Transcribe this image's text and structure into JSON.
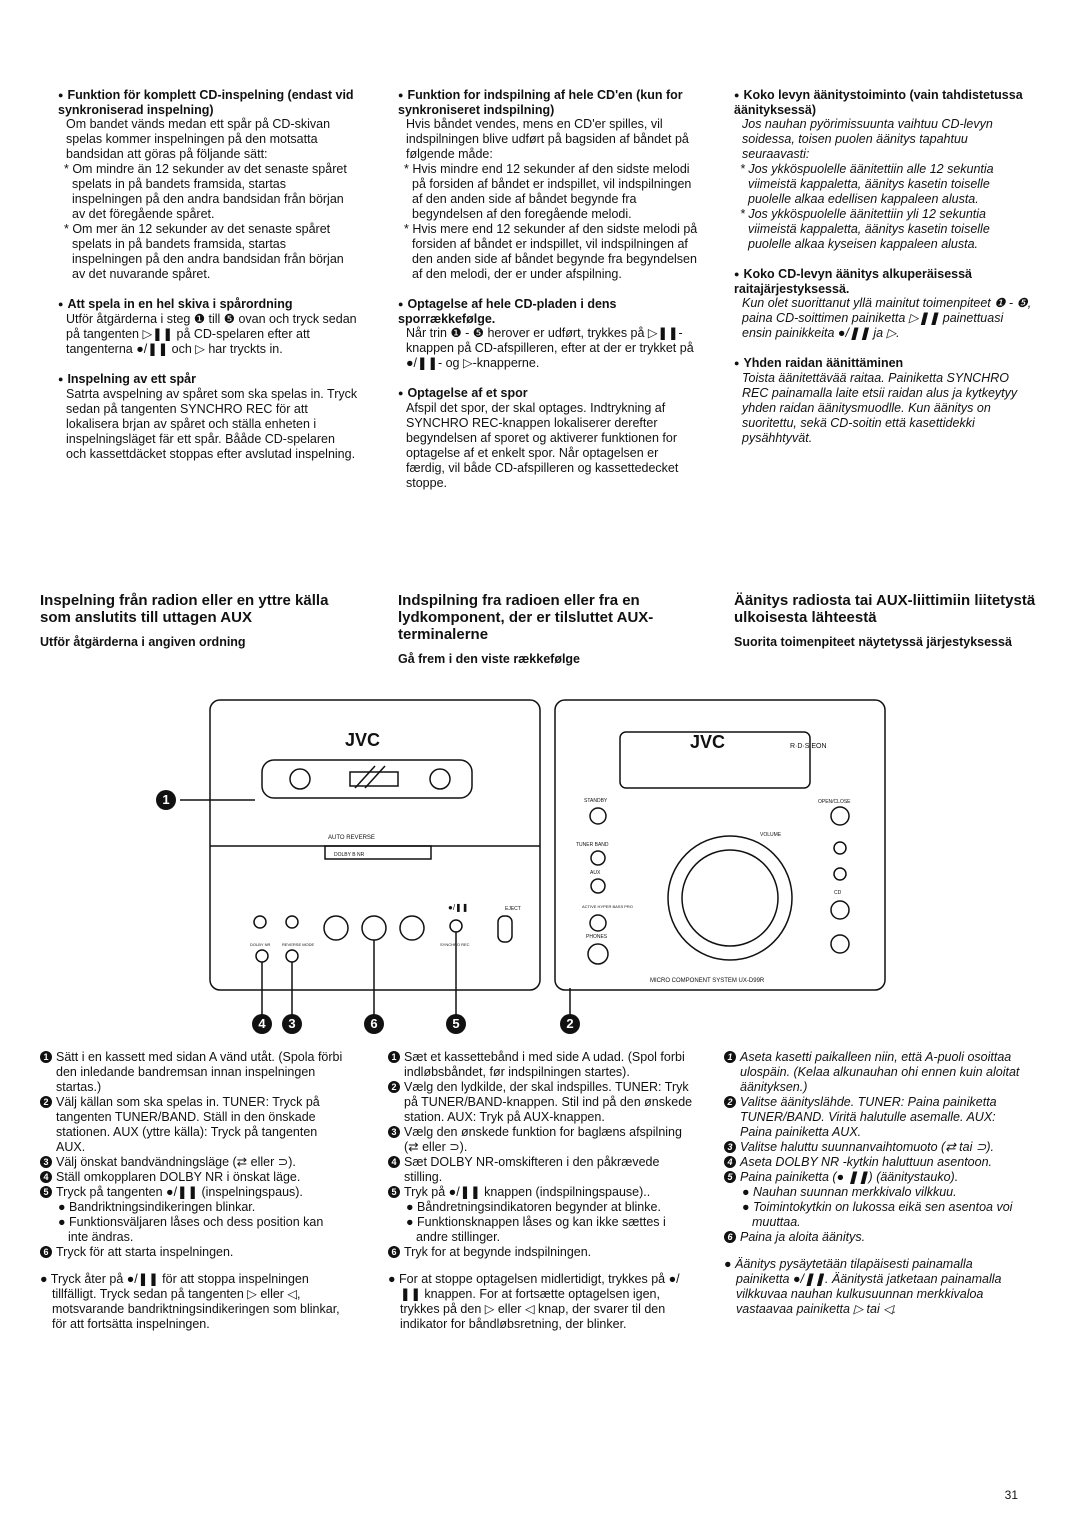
{
  "col1": {
    "s1_head": "Funktion för komplett CD-inspelning (endast vid synkroniserad inspelning)",
    "s1_body": "Om bandet vänds medan ett spår på CD-skivan spelas kommer inspelningen på den motsatta bandsidan att göras på följande sätt:",
    "s1_star1": "* Om mindre än 12 sekunder av det senaste spåret spelats in på bandets framsida, startas inspelningen på den andra bandsidan från början av det föregående spåret.",
    "s1_star2": "* Om mer än 12 sekunder av det senaste spåret spelats in på bandets framsida, startas inspelningen på den andra bandsidan från början av det nuvarande spåret.",
    "s2_head": "Att spela in en hel skiva i spårordning",
    "s2_body": "Utför åtgärderna i steg ❶ till ❺ ovan och tryck sedan på tangenten ▷❚❚ på CD-spelaren efter att tangenterna ●/❚❚ och ▷ har tryckts in.",
    "s3_head": "Inspelning av ett spår",
    "s3_body": "Satrta avspelning av spåret som ska spelas in. Tryck sedan på tangenten SYNCHRO REC för att lokalisera brjan av spåret och ställa enheten i inspelningsläget fär ett spår. Bååde CD-spelaren och kassettdäcket stoppas efter avslutad inspelning."
  },
  "col2": {
    "s1_head": "Funktion for indspilning af hele CD'en (kun for synkroniseret indspilning)",
    "s1_body": "Hvis båndet vendes, mens en CD'er spilles, vil indspilningen blive udført på bagsiden af båndet på følgende måde:",
    "s1_star1": "* Hvis mindre end 12 sekunder af den sidste melodi på forsiden af båndet er indspillet, vil indspilningen af den anden side af båndet begynde fra begyndelsen af den foregående melodi.",
    "s1_star2": "* Hvis mere end 12 sekunder af den sidste melodi på forsiden af båndet er indspillet, vil indspilningen af den anden side af båndet begynde fra begyndelsen af den melodi, der er under afspilning.",
    "s2_head": "Optagelse af hele CD-pladen i dens sporrækkefølge.",
    "s2_body": "Når trin ❶ - ❺ herover er udført, trykkes på ▷❚❚-knappen på CD-afspilleren, efter at der er trykket på ●/❚❚- og ▷-knapperne.",
    "s3_head": "Optagelse af et spor",
    "s3_body": "Afspil det spor, der skal optages. Indtrykning af SYNCHRO REC-knappen lokaliserer derefter begyndelsen af sporet og aktiverer funktionen for optagelse af et enkelt spor. Når optagelsen er færdig, vil både CD-afspilleren og kassettedecket stoppe."
  },
  "col3": {
    "s1_head": "Koko levyn äänitystoiminto (vain tahdistetussa äänityksessä)",
    "s1_body": "Jos nauhan pyörimissuunta vaihtuu CD-levyn soidessa, toisen puolen äänitys tapahtuu seuraavasti:",
    "s1_star1": "* Jos ykköspuolelle äänitettiin alle 12 sekuntia viimeistä kappaletta, äänitys kasetin toiselle puolelle alkaa edellisen kappaleen alusta.",
    "s1_star2": "* Jos ykköspuolelle äänitettiin yli 12 sekuntia viimeistä kappaletta, äänitys kasetin toiselle puolelle alkaa kyseisen kappaleen alusta.",
    "s2_head": "Koko CD-levyn äänitys alkuperäisessä raitajärjestyksessä.",
    "s2_body": "Kun olet suorittanut yllä mainitut toimenpiteet ❶ - ❺, paina CD-soittimen painiketta ▷❚❚ painettuasi ensin painikkeita ●/❚❚ ja ▷.",
    "s3_head": "Yhden raidan äänittäminen",
    "s3_body": "Toista äänitettävää raitaa. Painiketta SYNCHRO REC painamalla laite etsii raidan alus ja kytkeytyy yhden raidan äänitysmuodlle. Kun äänitys on suoritettu, sekä CD-soitin että kasettidekki pysähhtyvät."
  },
  "headings": {
    "h1": "Inspelning från radion eller en yttre källa som anslutits till uttagen AUX",
    "h1_sub": "Utför åtgärderna i angiven ordning",
    "h2": "Indspilning fra radioen eller fra en lydkomponent, der er tilsluttet AUX-terminalerne",
    "h2_sub": "Gå frem i den viste rækkefølge",
    "h3": "Äänitys radiosta tai AUX-liittimiin liitetystä ulkoisesta lähteestä",
    "h3_sub": "Suorita toimenpiteet näytetyssä järjestyksessä"
  },
  "device": {
    "brand_left": "JVC",
    "brand_right": "JVC",
    "rds": "R·D·S EON",
    "auto_reverse": "AUTO REVERSE",
    "dolby_label": "DOLBY B NR",
    "standby": "STANDBY",
    "tuner_band": "TUNER BAND",
    "aux": "AUX",
    "active_hyper": "ACTIVE HYPER BASS PRO",
    "phones": "PHONES",
    "volume": "VOLUME",
    "open_close": "OPEN/CLOSE",
    "cd": "CD",
    "eject": "EJECT",
    "dolby_nr": "DOLBY NR",
    "reverse_mode": "REVERSE MODE",
    "synchro_rec": "SYNCHRO REC",
    "rec_pause": "●/❚❚",
    "model": "MICRO COMPONENT SYSTEM UX-D99R",
    "c1": "1",
    "c2": "2",
    "c3": "3",
    "c4": "4",
    "c5": "5",
    "c6": "6"
  },
  "steps1": {
    "n1": "1",
    "n2": "2",
    "n3": "3",
    "n4": "4",
    "n5": "5",
    "n6": "6",
    "t1": "Sätt i en kassett med sidan A vänd utåt. (Spola förbi den inledande bandremsan innan inspelningen startas.)",
    "t2": "Välj källan som ska spelas in. TUNER: Tryck på tangenten TUNER/BAND. Ställ in den önskade stationen. AUX (yttre källa): Tryck på tangenten AUX.",
    "t3": "Välj önskat bandvändningsläge (⇄ eller ⊃).",
    "t4": "Ställ omkopplaren DOLBY NR i önskat läge.",
    "t5": "Tryck på tangenten ●/❚❚ (inspelningspaus).",
    "b1": "● Bandriktningsindikeringen blinkar.",
    "b2": "● Funktionsväljaren låses och dess position kan inte ändras.",
    "t6": "Tryck för att starta inspelningen.",
    "note": "● Tryck åter på ●/❚❚ för att stoppa inspelningen tillfälligt. Tryck sedan på tangenten ▷ eller ◁, motsvarande bandriktningsindikeringen som blinkar, för att fortsätta inspelningen."
  },
  "steps2": {
    "n1": "1",
    "n2": "2",
    "n3": "3",
    "n4": "4",
    "n5": "5",
    "n6": "6",
    "t1": "Sæt et kassettebånd i med side A udad. (Spol forbi indløbsbåndet, før indspilningen startes).",
    "t2": "Vælg den lydkilde, der skal indspilles. TUNER: Tryk på TUNER/BAND-knappen. Stil ind på den ønskede station. AUX: Tryk på AUX-knappen.",
    "t3": "Vælg den ønskede funktion for baglæns afspilning (⇄ eller ⊃).",
    "t4": "Sæt DOLBY NR-omskifteren i den påkrævede stilling.",
    "t5": "Tryk på ●/❚❚ knappen (indspilningspause)..",
    "b1": "● Båndretningsindikatoren begynder at blinke.",
    "b2": "● Funktionsknappen låses og kan ikke sættes i andre stillinger.",
    "t6": "Tryk for at begynde indspilningen.",
    "note": "● For at stoppe optagelsen midlertidigt, trykkes på ●/❚❚ knappen. For at fortsætte optagelsen igen, trykkes på den ▷ eller ◁ knap, der svarer til den indikator for båndløbsretning, der blinker."
  },
  "steps3": {
    "n1": "1",
    "n2": "2",
    "n3": "3",
    "n4": "4",
    "n5": "5",
    "n6": "6",
    "t1": "Aseta kasetti paikalleen niin, että A-puoli osoittaa ulospäin. (Kelaa alkunauhan ohi ennen kuin aloitat äänityksen.)",
    "t2": "Valitse äänityslähde. TUNER: Paina painiketta TUNER/BAND. Viritä halutulle asemalle. AUX: Paina painiketta AUX.",
    "t3": "Valitse haluttu suunnanvaihtomuoto (⇄ tai ⊃).",
    "t4": "Aseta DOLBY NR -kytkin haluttuun asentoon.",
    "t5": "Paina painiketta (● ❚❚) (äänitystauko).",
    "b1": "● Nauhan suunnan merkkivalo vilkkuu.",
    "b2": "● Toimintokytkin on lukossa eikä sen asentoa voi muuttaa.",
    "t6": "Paina ja aloita äänitys.",
    "note": "● Äänitys pysäytetään tilapäisesti painamalla painiketta ●/❚❚. Äänitystä jatketaan painamalla vilkkuvaa nauhan kulkusuunnan merkkivaloa vastaavaa painiketta ▷ tai ◁."
  },
  "page_number": "31"
}
